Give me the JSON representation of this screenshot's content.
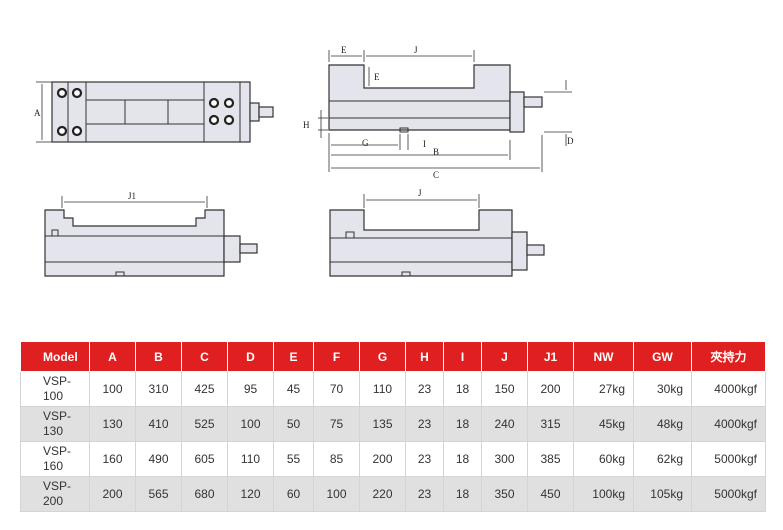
{
  "drawing_labels": {
    "top_view": {
      "a": "A"
    },
    "side_view": {
      "e": "E",
      "j": "J",
      "e2": "E",
      "h": "H",
      "g": "G",
      "i": "I",
      "b": "B",
      "c": "C",
      "d": "D"
    },
    "front_view_left": {
      "j1": "J1"
    },
    "front_view_right": {
      "j": "J"
    }
  },
  "table": {
    "headers": [
      "Model",
      "A",
      "B",
      "C",
      "D",
      "E",
      "F",
      "G",
      "H",
      "I",
      "J",
      "J1",
      "NW",
      "GW",
      "夾持力"
    ],
    "rows": [
      [
        "VSP-100",
        "100",
        "310",
        "425",
        "95",
        "45",
        "70",
        "110",
        "23",
        "18",
        "150",
        "200",
        "27kg",
        "30kg",
        "4000kgf"
      ],
      [
        "VSP-130",
        "130",
        "410",
        "525",
        "100",
        "50",
        "75",
        "135",
        "23",
        "18",
        "240",
        "315",
        "45kg",
        "48kg",
        "4000kgf"
      ],
      [
        "VSP-160",
        "160",
        "490",
        "605",
        "110",
        "55",
        "85",
        "200",
        "23",
        "18",
        "300",
        "385",
        "60kg",
        "62kg",
        "5000kgf"
      ],
      [
        "VSP-200",
        "200",
        "565",
        "680",
        "120",
        "60",
        "100",
        "220",
        "23",
        "18",
        "350",
        "450",
        "100kg",
        "105kg",
        "5000kgf"
      ]
    ]
  },
  "colors": {
    "header_bg": "#e02020",
    "header_text": "#ffffff",
    "row_alt": "#e0e0e0"
  }
}
